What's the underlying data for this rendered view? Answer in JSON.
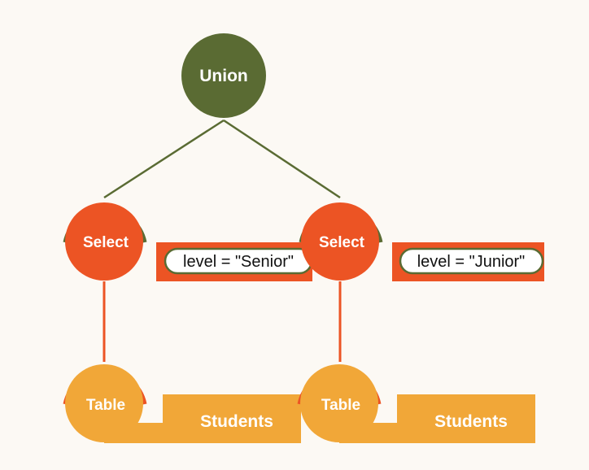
{
  "colors": {
    "background": "#fcf9f4",
    "union": "#5a6b33",
    "select": "#ec5424",
    "table": "#f1a738",
    "edge_union": "#5a6b33",
    "edge_select": "#ec5424"
  },
  "union": {
    "label": "Union"
  },
  "branches": [
    {
      "select": {
        "label": "Select",
        "condition": "level = \"Senior\""
      },
      "table": {
        "label": "Table",
        "name": "Students"
      }
    },
    {
      "select": {
        "label": "Select",
        "condition": "level = \"Junior\""
      },
      "table": {
        "label": "Table",
        "name": "Students"
      }
    }
  ]
}
